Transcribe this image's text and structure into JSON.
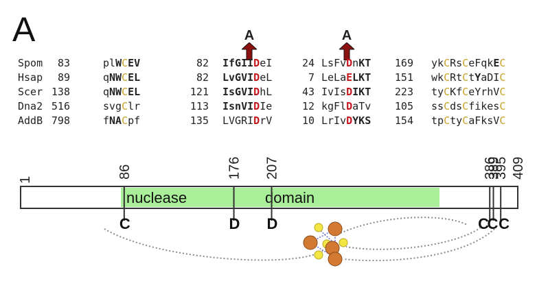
{
  "panel_label": "A",
  "arrows": [
    {
      "label": "A"
    },
    {
      "label": "A"
    }
  ],
  "alignment": [
    {
      "organism": "Spom",
      "segments": [
        [
          "83"
        ],
        [
          "pl",
          {
            "t": "W",
            "b": 1
          },
          {
            "t": "C",
            "y": 1
          },
          {
            "t": "EV",
            "b": 1
          }
        ],
        [
          "82"
        ],
        [
          {
            "t": "IfGII",
            "b": 1
          },
          {
            "t": "D",
            "r": 1
          },
          "eI"
        ],
        [
          "24"
        ],
        [
          "L",
          "s",
          "F",
          "v",
          {
            "t": "D",
            "r": 1
          },
          "n",
          {
            "t": "KT",
            "b": 1
          }
        ],
        [
          "169"
        ],
        [
          "yk",
          {
            "t": "C",
            "y": 1
          },
          "Rs",
          {
            "t": "C",
            "y": 1
          },
          "eFqk",
          {
            "t": "E",
            "b": 1
          },
          {
            "t": "C",
            "y": 1
          }
        ]
      ]
    },
    {
      "organism": "Hsap",
      "segments": [
        [
          "89"
        ],
        [
          "q",
          {
            "t": "NW",
            "b": 1
          },
          {
            "t": "C",
            "y": 1
          },
          {
            "t": "EL",
            "b": 1
          }
        ],
        [
          "82"
        ],
        [
          {
            "t": "LvGVI",
            "b": 1
          },
          {
            "t": "D",
            "r": 1
          },
          "eL"
        ],
        [
          "7"
        ],
        [
          "LeLa",
          {
            "t": "E",
            "r": 1
          },
          {
            "t": "LKT",
            "b": 1
          }
        ],
        [
          "151"
        ],
        [
          "wk",
          {
            "t": "C",
            "y": 1
          },
          "Rt",
          {
            "t": "C",
            "y": 1
          },
          "t",
          {
            "t": "Y",
            "b": 1
          },
          "aDI",
          {
            "t": "C",
            "y": 1
          }
        ]
      ]
    },
    {
      "organism": "Scer",
      "segments": [
        [
          "138"
        ],
        [
          "q",
          {
            "t": "NW",
            "b": 1
          },
          {
            "t": "C",
            "y": 1
          },
          {
            "t": "EL",
            "b": 1
          }
        ],
        [
          "121"
        ],
        [
          {
            "t": "IsGVI",
            "b": 1
          },
          {
            "t": "D",
            "r": 1
          },
          "hL"
        ],
        [
          "43"
        ],
        [
          "IvIs",
          {
            "t": "D",
            "r": 1
          },
          {
            "t": "IKT",
            "b": 1
          }
        ],
        [
          "223"
        ],
        [
          "ty",
          {
            "t": "C",
            "y": 1
          },
          "Kf",
          {
            "t": "C",
            "y": 1
          },
          "eYrhV",
          {
            "t": "C",
            "y": 1
          }
        ]
      ]
    },
    {
      "organism": "Dna2",
      "segments": [
        [
          "516"
        ],
        [
          "svg",
          {
            "t": "C",
            "y": 1
          },
          "lr"
        ],
        [
          "113"
        ],
        [
          {
            "t": "IsnVI",
            "b": 1
          },
          {
            "t": "D",
            "r": 1
          },
          "Ie"
        ],
        [
          "12"
        ],
        [
          "kgFl",
          {
            "t": "D",
            "r": 1
          },
          "aTv"
        ],
        [
          "105"
        ],
        [
          "ss",
          {
            "t": "C",
            "y": 1
          },
          "ds",
          {
            "t": "C",
            "y": 1
          },
          "fikes",
          {
            "t": "C",
            "y": 1
          }
        ]
      ]
    },
    {
      "organism": "AddB",
      "segments": [
        [
          "798"
        ],
        [
          "f",
          {
            "t": "NA",
            "b": 1
          },
          {
            "t": "C",
            "y": 1
          },
          "pf"
        ],
        [
          "135"
        ],
        [
          "LVGRI",
          {
            "t": "D",
            "r": 1
          },
          "rV"
        ],
        [
          "10"
        ],
        [
          "LrIv",
          {
            "t": "D",
            "r": 1
          },
          {
            "t": "YKS",
            "b": 1
          }
        ],
        [
          "154"
        ],
        [
          "tp",
          {
            "t": "C",
            "y": 1
          },
          "ty",
          {
            "t": "C",
            "y": 1
          },
          "aFksV",
          {
            "t": "C",
            "y": 1
          }
        ]
      ]
    }
  ],
  "domain": {
    "label_left": "nuclease",
    "label_right": "domain",
    "fill": "#a9ee98"
  },
  "positions": [
    "1",
    "86",
    "176",
    "207",
    "386",
    "389",
    "395",
    "409"
  ],
  "residues": [
    "C",
    "D",
    "D",
    "C",
    "C",
    "C"
  ]
}
